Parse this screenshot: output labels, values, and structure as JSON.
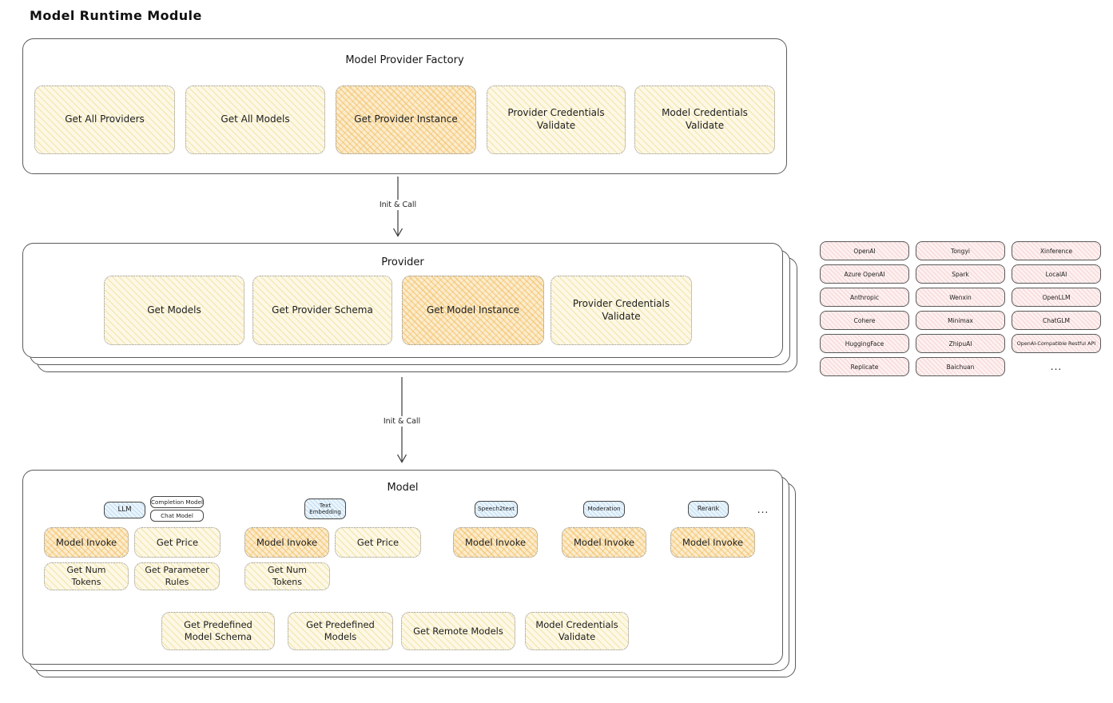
{
  "title": "Model Runtime Module",
  "connectors": {
    "factory_to_provider": "Init & Call",
    "provider_to_model": "Init & Call"
  },
  "factory": {
    "title": "Model Provider Factory",
    "buttons": [
      "Get All Providers",
      "Get All Models",
      "Get Provider Instance",
      "Provider Credentials Validate",
      "Model Credentials Validate"
    ]
  },
  "provider": {
    "title": "Provider",
    "buttons": [
      "Get Models",
      "Get Provider Schema",
      "Get Model Instance",
      "Provider Credentials Validate"
    ]
  },
  "providers_list": {
    "items": [
      "OpenAI",
      "Tongyi",
      "Xinference",
      "Azure OpenAI",
      "Spark",
      "LocalAI",
      "Anthropic",
      "Wenxin",
      "OpenLLM",
      "Cohere",
      "Minimax",
      "ChatGLM",
      "HuggingFace",
      "ZhipuAI",
      "OpenAI-Compatible Restful API",
      "Replicate",
      "Baichuan"
    ],
    "more": "..."
  },
  "model": {
    "title": "Model",
    "tags": [
      "LLM",
      "Completion Model",
      "Chat Model",
      "Text Embedding",
      "Speech2text",
      "Moderation",
      "Rerank"
    ],
    "tags_more": "...",
    "llm": {
      "invoke": "Model Invoke",
      "price": "Get Price",
      "tokens": "Get Num Tokens",
      "rules": "Get Parameter Rules"
    },
    "embedding": {
      "invoke": "Model Invoke",
      "price": "Get Price",
      "tokens": "Get Num Tokens"
    },
    "speech2text": {
      "invoke": "Model Invoke"
    },
    "moderation": {
      "invoke": "Model Invoke"
    },
    "rerank": {
      "invoke": "Model Invoke"
    },
    "common": [
      "Get Predefined Model Schema",
      "Get Predefined Models",
      "Get Remote Models",
      "Model Credentials Validate"
    ]
  },
  "colors": {
    "yellow_fill": "#fdf8e6",
    "orange_fill": "#fbeccd",
    "blue_fill": "#e9f4fc",
    "pink_fill": "#fdf0f0",
    "ink": "#1d1d1d"
  }
}
